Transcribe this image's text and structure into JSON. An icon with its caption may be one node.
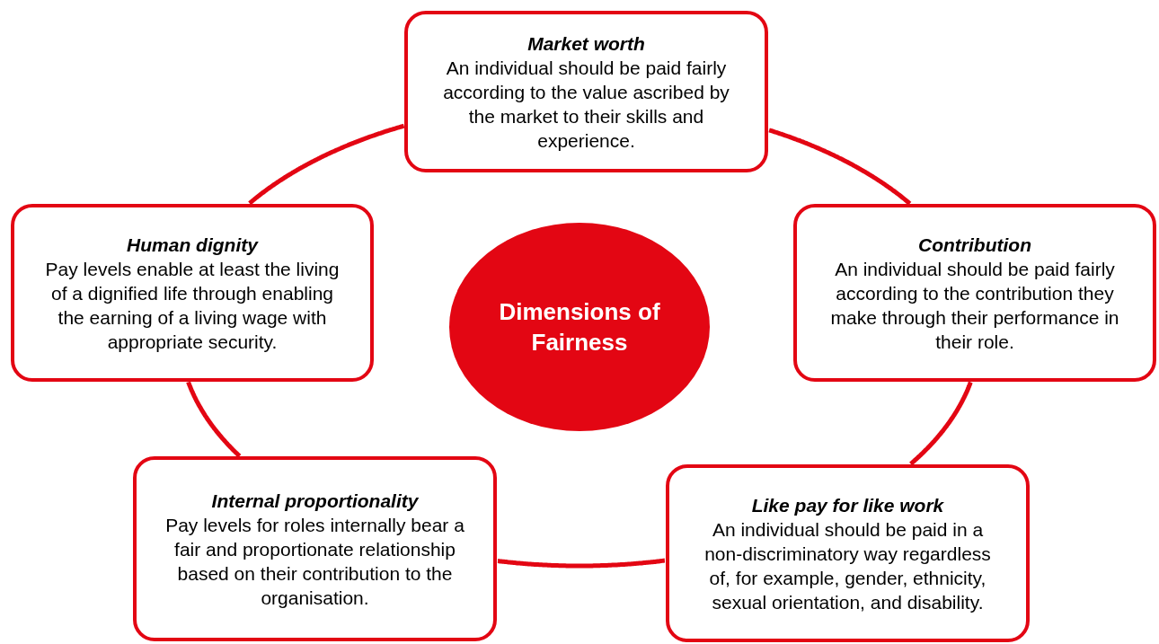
{
  "diagram": {
    "nodes": [
      {
        "text": [
          "Market worth",
          "An individual should be paid fairly according to the value ascribed by the market to their skills and experience."
        ]
      },
      {
        "text": [
          "Human dignity",
          "Pay levels enable at least the living of a dignified life through enabling the earning of a living wage with appropriate security."
        ]
      },
      {
        "text": [
          "Dimensions of Fairness"
        ]
      },
      {
        "text": [
          "Contribution",
          "An individual should be paid fairly according to the contribution they make through their performance in their role."
        ]
      },
      {
        "text": [
          "Internal proportionality",
          "Pay levels for roles internally bear a fair and proportionate relationship based on their contribution to the organisation."
        ]
      },
      {
        "text": [
          "Like pay for like work",
          "An individual should be paid in a non-discriminatory way regardless of, for example, gender, ethnicity, sexual orientation, and disability."
        ]
      }
    ],
    "edges": [
      {
        "from": 0,
        "to": 3,
        "arrow": "none"
      },
      {
        "from": 3,
        "to": 5,
        "arrow": "none"
      },
      {
        "from": 5,
        "to": 4,
        "arrow": "none"
      },
      {
        "from": 4,
        "to": 1,
        "arrow": "none"
      },
      {
        "from": 1,
        "to": 0,
        "arrow": "none"
      }
    ]
  }
}
